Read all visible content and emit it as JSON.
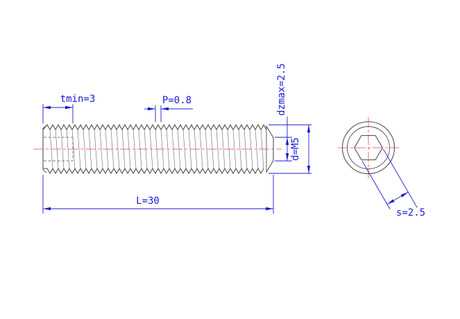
{
  "drawing": {
    "labels": {
      "tmin": "tmin=3",
      "pitch": "P=0.8",
      "dzmax": "dzmax=2.5",
      "diameter": "d=M5",
      "length": "L=30",
      "hex_socket": "s=2.5"
    },
    "colors": {
      "dimension": "#1a1ad6",
      "outline": "#4d4d4d",
      "centerline": "#e04848",
      "hidden": "#777777",
      "bg": "#ffffff"
    }
  }
}
